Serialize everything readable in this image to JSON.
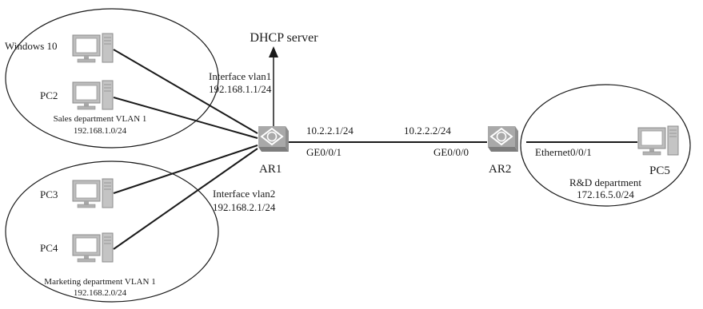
{
  "title": "DHCP server",
  "routers": {
    "ar1": {
      "name": "AR1",
      "glyph": "R"
    },
    "ar2": {
      "name": "AR2",
      "glyph": "R"
    }
  },
  "hosts": {
    "win10": "Windows 10",
    "pc2": "PC2",
    "pc3": "PC3",
    "pc4": "PC4",
    "pc5": "PC5"
  },
  "groups": {
    "sales": {
      "name": "Sales department VLAN 1",
      "subnet": "192.168.1.0/24"
    },
    "marketing": {
      "name": "Marketing department VLAN 1",
      "subnet": "192.168.2.0/24"
    },
    "rnd": {
      "name": "R&D department",
      "subnet": "172.16.5.0/24"
    }
  },
  "interfaces": {
    "vlan1": {
      "name": "Interface vlan1",
      "ip": "192.168.1.1/24"
    },
    "vlan2": {
      "name": "Interface vlan2",
      "ip": "192.168.2.1/24"
    },
    "ar1_ge": {
      "port": "GE0/0/1",
      "ip": "10.2.2.1/24"
    },
    "ar2_ge": {
      "port": "GE0/0/0",
      "ip": "10.2.2.2/24"
    },
    "ar2_eth": {
      "port": "Ethernet0/0/1"
    }
  },
  "colors": {
    "router": "#a9a9a9",
    "router_dark": "#7d7d7d",
    "pc": "#b8b8b8",
    "line": "#1a1a1a"
  },
  "icons": {
    "router": "router-icon",
    "pc": "pc-icon",
    "arrow": "arrow-up-icon"
  }
}
